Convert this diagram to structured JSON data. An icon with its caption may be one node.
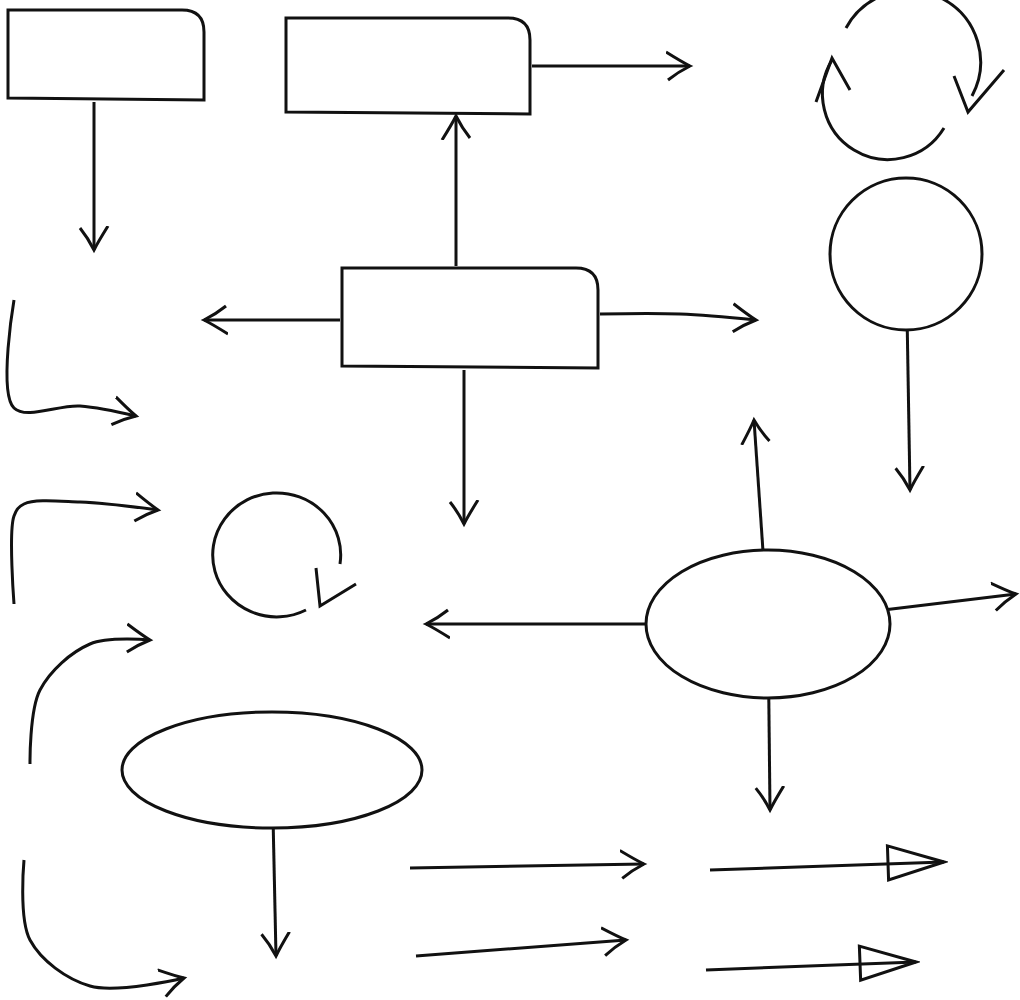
{
  "diagram": {
    "nodes": [
      {
        "text": [],
        "shape": "box"
      },
      {
        "text": [],
        "shape": "box"
      },
      {
        "text": [],
        "shape": "box"
      },
      {
        "text": [],
        "shape": "circle"
      },
      {
        "text": [],
        "shape": "ellipse"
      },
      {
        "text": [],
        "shape": "ellipse"
      }
    ],
    "edges": [
      {
        "from": 0,
        "to": null,
        "arrow": "to"
      },
      {
        "from": 1,
        "to": null,
        "arrow": "to"
      },
      {
        "from": 2,
        "to": 1,
        "arrow": "to"
      },
      {
        "from": 2,
        "to": null,
        "arrow": "to"
      },
      {
        "from": 2,
        "to": null,
        "arrow": "to"
      },
      {
        "from": 2,
        "to": null,
        "arrow": "to"
      },
      {
        "from": 3,
        "to": null,
        "arrow": "to"
      },
      {
        "from": 4,
        "to": null,
        "arrow": "to"
      },
      {
        "from": 4,
        "to": null,
        "arrow": "to"
      },
      {
        "from": 4,
        "to": null,
        "arrow": "to"
      },
      {
        "from": 4,
        "to": null,
        "arrow": "to"
      },
      {
        "from": 5,
        "to": null,
        "arrow": "to"
      }
    ]
  }
}
